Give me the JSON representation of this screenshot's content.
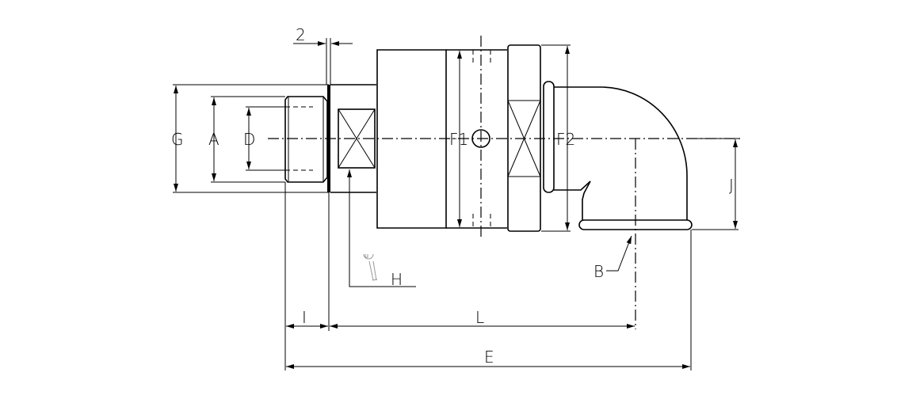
{
  "title": "Rotary joint with elbow dimension drawing",
  "labels": {
    "G": "G",
    "A": "A",
    "D": "D",
    "F1": "F1",
    "F2": "F2",
    "J": "J",
    "B": "B",
    "H": "H",
    "I": "I",
    "L": "L",
    "E": "E",
    "gap": "2"
  },
  "icons": [
    "wrench-icon"
  ]
}
